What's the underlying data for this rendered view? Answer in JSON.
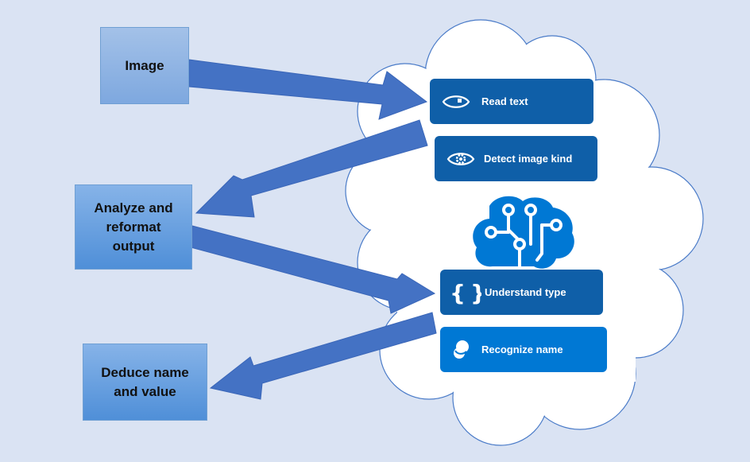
{
  "inputs": {
    "image": "Image",
    "analyze": "Analyze and reformat output",
    "deduce": "Deduce name and value"
  },
  "services": {
    "read_text": "Read text",
    "detect_image_kind": "Detect image kind",
    "understand_type": "Understand type",
    "recognize_name": "Recognize name"
  },
  "icons": {
    "read_text": "eye-icon",
    "detect_image_kind": "eye-gear-icon",
    "understand_type": "curly-braces-icon",
    "recognize_name": "speech-bubbles-icon",
    "center": "cognitive-brain-circuit-icon"
  },
  "colors": {
    "background": "#dae3f3",
    "arrow": "#4472c4",
    "service_box": "#0f5fa8",
    "recognize_box": "#0078d4",
    "brain_icon": "#0078d4"
  }
}
